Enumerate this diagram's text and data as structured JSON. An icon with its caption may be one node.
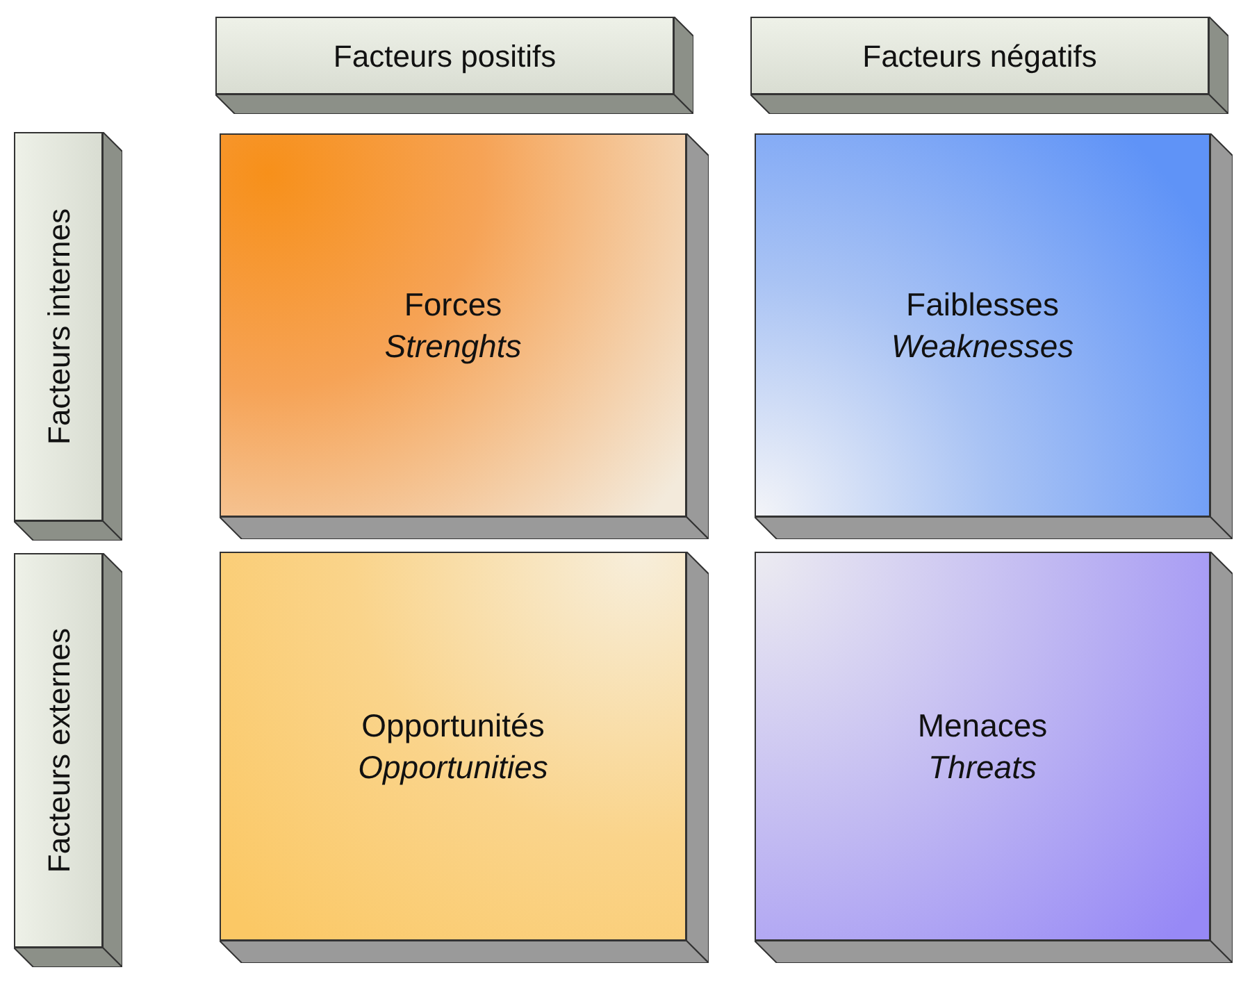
{
  "diagram": {
    "nodes": [
      {
        "text": [
          "Facteurs positifs"
        ]
      },
      {
        "text": [
          "Facteurs négatifs"
        ]
      },
      {
        "text": [
          "Facteurs internes"
        ]
      },
      {
        "text": [
          "Facteurs externes"
        ]
      },
      {
        "text": [
          "Forces",
          "Strenghts"
        ]
      },
      {
        "text": [
          "Faiblesses",
          "Weaknesses"
        ]
      },
      {
        "text": [
          "Opportunités",
          "Opportunities"
        ]
      },
      {
        "text": [
          "Menaces",
          "Threats"
        ]
      }
    ]
  }
}
